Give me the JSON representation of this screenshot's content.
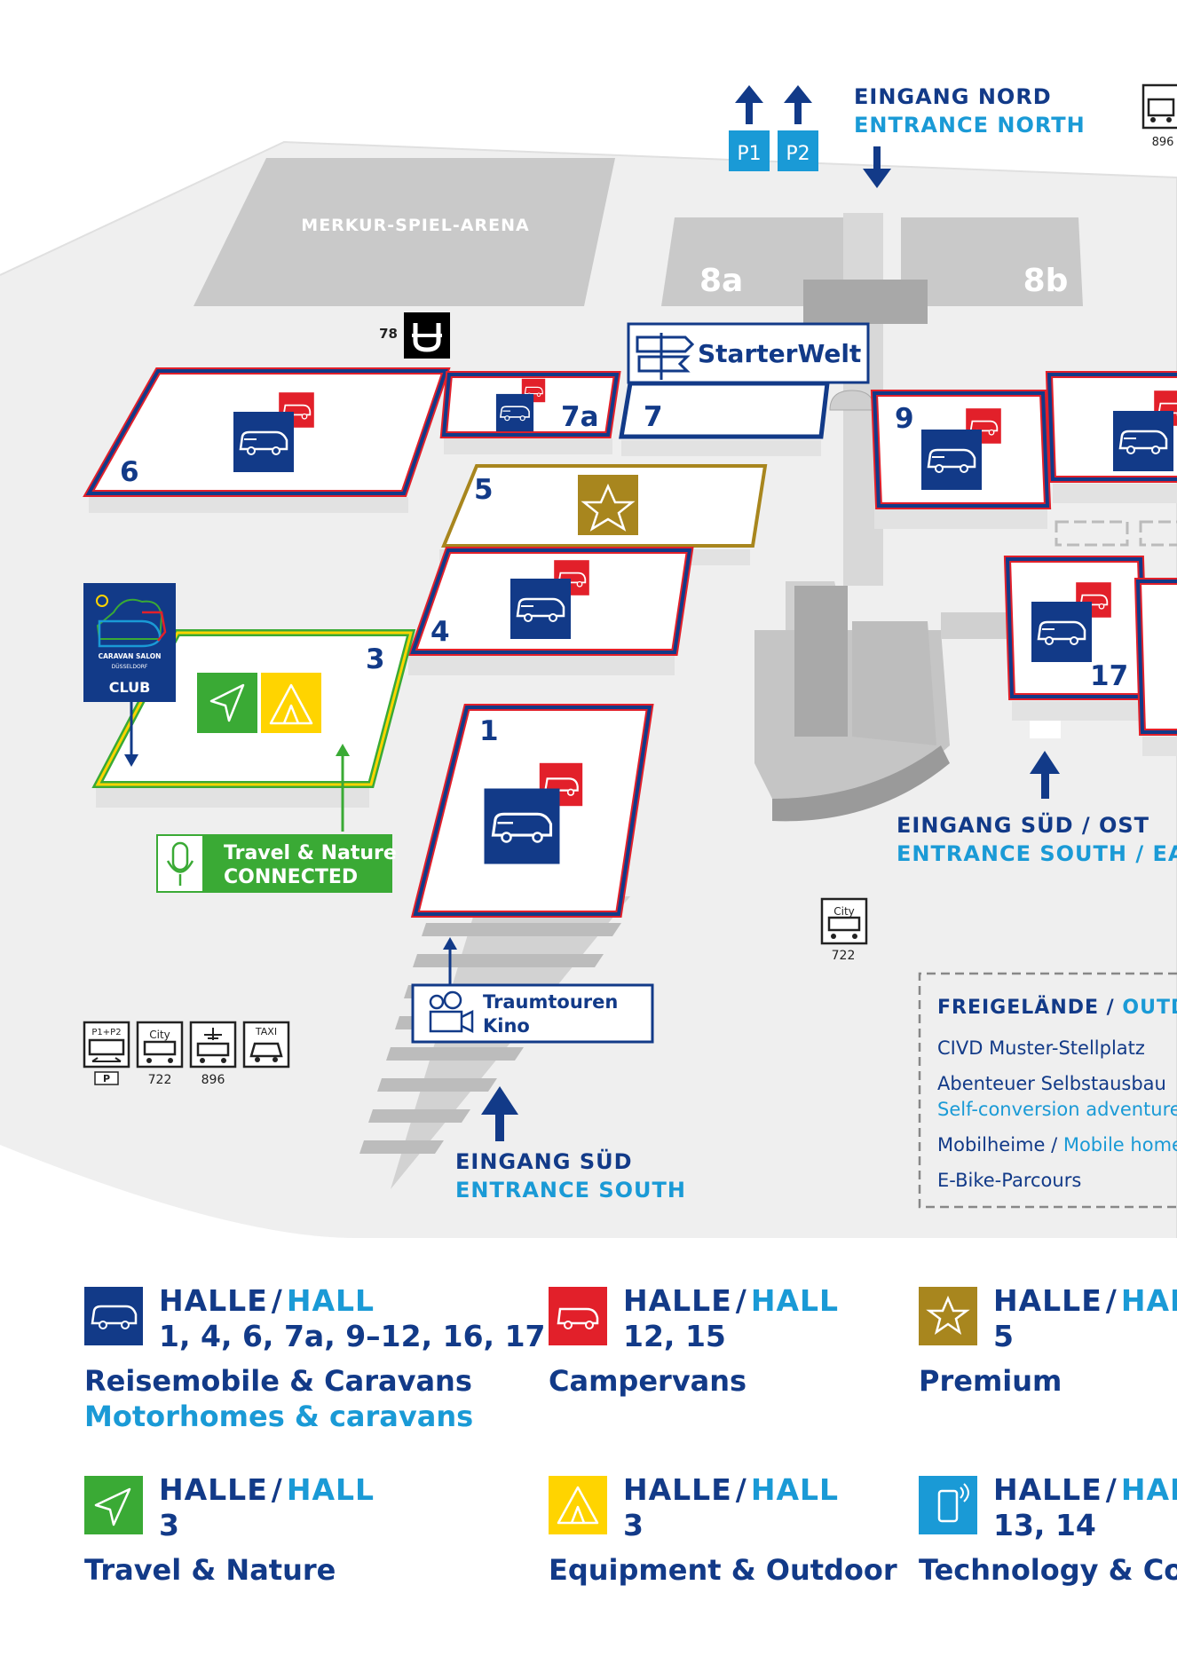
{
  "map": {
    "arena_label": "MERKUR-SPIEL-ARENA",
    "halls": {
      "h1": "1",
      "h3": "3",
      "h4": "4",
      "h5": "5",
      "h6": "6",
      "h7": "7",
      "h7a": "7a",
      "h8a": "8a",
      "h8b": "8b",
      "h9": "9",
      "h17": "17"
    },
    "starterwelt": "StarterWelt",
    "parking": {
      "p1": "P1",
      "p2": "P2"
    },
    "entrances": {
      "north_de": "EINGANG NORD",
      "north_en": "ENTRANCE NORTH",
      "southeast_de": "EINGANG SÜD / OST",
      "southeast_en": "ENTRANCE SOUTH / EAST",
      "south_de": "EINGANG SÜD",
      "south_en": "ENTRANCE SOUTH"
    },
    "club": {
      "line1": "CARAVAN SALON",
      "line2": "DÜSSELDORF",
      "line3": "CLUB"
    },
    "travel_nature": {
      "line1": "Travel & Nature",
      "line2": "CONNECTED"
    },
    "traumtouren": {
      "line1": "Traumtouren",
      "line2": "Kino"
    },
    "transport": {
      "tram_number": "78",
      "bus_top_number": "896",
      "city_bus_number": "722",
      "legend_numbers": [
        "P",
        "722",
        "896"
      ],
      "taxi": "TAXI",
      "city": "City",
      "p1p2": "P1+P2"
    },
    "outdoor": {
      "title_de": "FREIGELÄNDE",
      "title_en": "OUTDOOR",
      "items": [
        {
          "de": "CIVD Muster-Stellplatz"
        },
        {
          "de": "Abenteuer Selbstausbau",
          "en": "Self-conversion adventure"
        },
        {
          "de": "Mobilheime",
          "en": "Mobile homes"
        },
        {
          "de": "E-Bike-Parcours"
        }
      ]
    }
  },
  "legend": {
    "title_de": "HALLE",
    "title_en": "HALL",
    "items": [
      {
        "icon": "motorhome-icon",
        "color": "#123a88",
        "halls": "1, 4, 6, 7a, 9–12, 16, 17",
        "de": "Reisemobile & Caravans",
        "en": "Motorhomes & caravans"
      },
      {
        "icon": "campervan-icon",
        "color": "#e2202a",
        "halls": "12, 15",
        "de": "Campervans"
      },
      {
        "icon": "star-icon",
        "color": "#a8861e",
        "halls": "5",
        "de": "Premium"
      },
      {
        "icon": "paper-plane-icon",
        "color": "#3aaa35",
        "halls": "3",
        "de": "Travel & Nature"
      },
      {
        "icon": "tent-icon",
        "color": "#ffd400",
        "halls": "3",
        "de": "Equipment & Outdoor"
      },
      {
        "icon": "smartphone-icon",
        "color": "#1a9ad6",
        "halls": "13, 14",
        "de": "Technology & Communication"
      }
    ]
  },
  "colors": {
    "navy": "#123a88",
    "light_blue": "#1a9ad6",
    "red": "#e2202a",
    "gold": "#a8861e",
    "green": "#3aaa35",
    "yellow": "#ffd400"
  }
}
